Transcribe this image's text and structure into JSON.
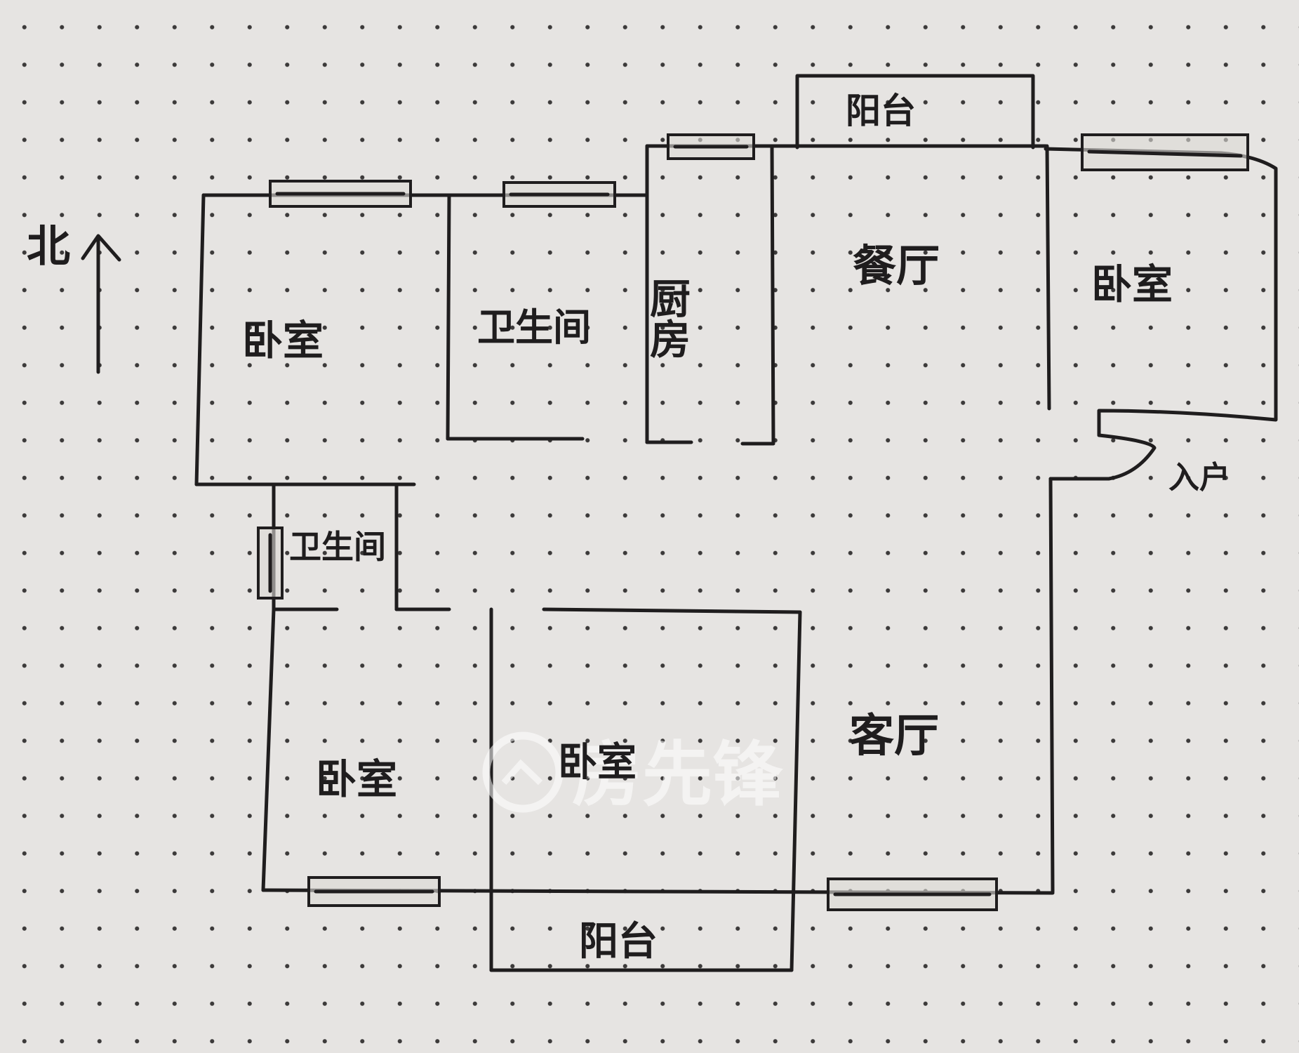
{
  "compass": {
    "label": "北"
  },
  "rooms": {
    "balcony_top": "阳台",
    "bedroom_nw": "卧室",
    "bathroom_n": "卫生间",
    "kitchen": "厨房",
    "dining": "餐厅",
    "bedroom_ne": "卧室",
    "bathroom_small": "卫生间",
    "entrance": "入户",
    "bedroom_sw": "卧室",
    "bedroom_s": "卧室",
    "living": "客厅",
    "balcony_bottom": "阳台"
  },
  "watermark": {
    "text": "房先锋"
  }
}
